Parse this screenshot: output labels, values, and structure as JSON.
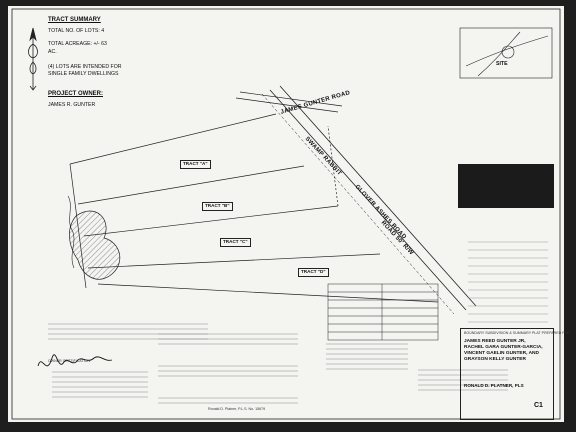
{
  "summary": {
    "heading": "TRACT SUMMARY",
    "lots": "TOTAL NO. OF LOTS:   4",
    "acreage_1": "TOTAL ACREAGE: +/- 63",
    "acreage_2": "AC.",
    "lots_use_1": "(4) LOTS ARE INTENDED FOR",
    "lots_use_2": "SINGLE FAMILY DWELLINGS"
  },
  "owner": {
    "heading": "PROJECT OWNER:",
    "name": "JAMES R. GUNTER"
  },
  "roads": {
    "james_gunter": "JAMES GUNTER ROAD",
    "swamp_rabbit": "SWAMP RABBIT",
    "glover_ashes": "GLOVER ASHES ROAD",
    "row": "ROAD 50' R/W"
  },
  "tracts": {
    "a": "TRACT \"A\"",
    "b": "TRACT \"B\"",
    "c": "TRACT \"C\"",
    "d": "TRACT \"D\""
  },
  "site": "SITE",
  "title_block": {
    "heading": "BOUNDARY SUBDIVISION & SUMMARY PLAT PREPARED FOR:",
    "owners_1": "JAMES REED GUNTER JR,",
    "owners_2": "RACHEL GARA GUNTER-GARCIA,",
    "owners_3": "VINCENT GAELIN GUNTER, AND",
    "owners_4": "GRAYSON KELLY GUNTER",
    "surveyor": "RONALD D. PLATNER, PLS",
    "sheet": "C1"
  },
  "signature": "Ronald D. Platner, P.L.S. No. 15679",
  "ownership_label": "OWNER CERTIFICATION"
}
